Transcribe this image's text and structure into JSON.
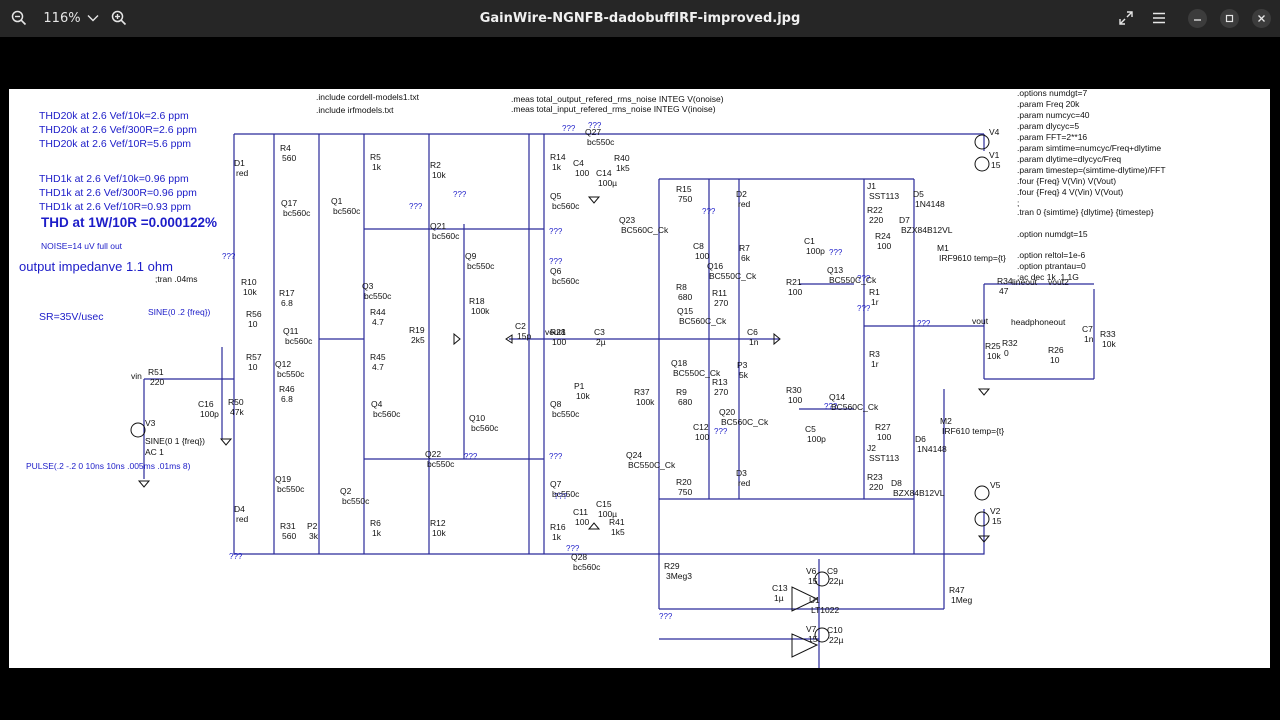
{
  "window": {
    "title": "GainWire-NGNFB-dadobuffIRF-improved.jpg",
    "zoom_level": "116%"
  },
  "icons": {
    "zoom_out": "zoom-out-icon",
    "zoom_dropdown": "chevron-down-icon",
    "zoom_in": "zoom-in-icon",
    "fullscreen": "fullscreen-icon",
    "menu": "hamburger-menu-icon",
    "minimize": "minimize-icon",
    "restore": "restore-icon",
    "close": "close-icon"
  },
  "colors": {
    "titlebar": "#262626",
    "background": "#000000",
    "annotation_blue": "#1c1cc8",
    "wire": "#2a2a9a"
  },
  "schematic": {
    "annotations": {
      "thd20k_1": "THD20k at 2.6 Vef/10k=2.6 ppm",
      "thd20k_2": "THD20k at 2.6 Vef/300R=2.6 ppm",
      "thd20k_3": "THD20k at 2.6 Vef/10R=5.6 ppm",
      "thd1k_1": "THD1k at 2.6 Vef/10k=0.96 ppm",
      "thd1k_2": "THD1k at 2.6 Vef/300R=0.96 ppm",
      "thd1k_3": "THD1k at 2.6 Vef/10R=0.93 ppm",
      "thd_main": "THD at 1W/10R =0.000122%",
      "noise": "NOISE=14 uV full out",
      "output_impedance": "output impedanve 1.1 ohm",
      "tran": ";tran .04ms",
      "slew": "SR=35V/usec",
      "sine_freq": "SINE(0 .2 {freq})",
      "pulse": "PULSE(.2 -.2 0 10ns 10ns .005ms .01ms 8)"
    },
    "includes": [
      ".include cordell-models1.txt",
      ".include irfmodels.txt"
    ],
    "meas": [
      ".meas total_output_refered_rms_noise INTEG V(onoise)",
      ".meas total_input_refered_rms_noise INTEG V(inoise)"
    ],
    "directives": [
      ".options numdgt=7",
      ".param Freq 20k",
      ".param numcyc=40",
      ".param dlycyc=5",
      ".param FFT=2**16",
      ".param simtime=numcyc/Freq+dlytime",
      ".param dlytime=dlycyc/Freq",
      ".param timestep=(simtime-dlytime)/FFT",
      ".four {Freq} V(Vin) V(Vout)",
      ".four {Freq} 4 V(Vin) V(Vout)",
      ";",
      ".tran 0 {simtime} {dlytime} {timestep}",
      ".option numdgt=15",
      ".option reltol=1e-6",
      ".option ptrantau=0",
      ";ac dec 1k .1 1G"
    ],
    "source_v3": [
      "V3",
      "SINE(0 1 {freq})",
      "AC 1"
    ],
    "unknown_marker": "???",
    "net_labels": {
      "vin": "vin",
      "vout": "vout",
      "vout1": "vout1",
      "vout2": "vout2",
      "lineout": "lineout",
      "headphoneout": "headphoneout"
    },
    "components": [
      {
        "ref": "R51",
        "val": "220"
      },
      {
        "ref": "C16",
        "val": "100p"
      },
      {
        "ref": "R50",
        "val": "47k"
      },
      {
        "ref": "D1",
        "val": "red"
      },
      {
        "ref": "R4",
        "val": "560"
      },
      {
        "ref": "Q17",
        "val": "bc560c"
      },
      {
        "ref": "R10",
        "val": "10k"
      },
      {
        "ref": "R17",
        "val": "6.8"
      },
      {
        "ref": "R56",
        "val": "10"
      },
      {
        "ref": "Q11",
        "val": "bc560c"
      },
      {
        "ref": "R57",
        "val": "10"
      },
      {
        "ref": "Q12",
        "val": "bc550c"
      },
      {
        "ref": "R46",
        "val": "6.8"
      },
      {
        "ref": "Q19",
        "val": "bc550c"
      },
      {
        "ref": "D4",
        "val": "red"
      },
      {
        "ref": "R31",
        "val": "560"
      },
      {
        "ref": "P2",
        "val": "3k"
      },
      {
        "ref": "R5",
        "val": "1k"
      },
      {
        "ref": "Q1",
        "val": "bc560c"
      },
      {
        "ref": "Q3",
        "val": "bc550c"
      },
      {
        "ref": "R44",
        "val": "4.7"
      },
      {
        "ref": "R45",
        "val": "4.7"
      },
      {
        "ref": "Q4",
        "val": "bc560c"
      },
      {
        "ref": "Q2",
        "val": "bc550c"
      },
      {
        "ref": "R6",
        "val": "1k"
      },
      {
        "ref": "R2",
        "val": "10k"
      },
      {
        "ref": "Q21",
        "val": "bc560c"
      },
      {
        "ref": "R19",
        "val": "2k5"
      },
      {
        "ref": "Q22",
        "val": "bc550c"
      },
      {
        "ref": "R12",
        "val": "10k"
      },
      {
        "ref": "Q9",
        "val": "bc550c"
      },
      {
        "ref": "R18",
        "val": "100k"
      },
      {
        "ref": "Q10",
        "val": "bc560c"
      },
      {
        "ref": "R14",
        "val": "1k"
      },
      {
        "ref": "Q5",
        "val": "bc560c"
      },
      {
        "ref": "Q6",
        "val": "bc560c"
      },
      {
        "ref": "C2",
        "val": "15p"
      },
      {
        "ref": "R28",
        "val": "100"
      },
      {
        "ref": "C3",
        "val": "2µ"
      },
      {
        "ref": "P1",
        "val": "10k"
      },
      {
        "ref": "Q8",
        "val": "bc550c"
      },
      {
        "ref": "Q7",
        "val": "bc550c"
      },
      {
        "ref": "R16",
        "val": "1k"
      },
      {
        "ref": "C4",
        "val": "100"
      },
      {
        "ref": "C14",
        "val": "100µ"
      },
      {
        "ref": "R40",
        "val": "1k5"
      },
      {
        "ref": "Q27",
        "val": "bc550c"
      },
      {
        "ref": "C11",
        "val": "100"
      },
      {
        "ref": "C15",
        "val": "100µ"
      },
      {
        "ref": "R41",
        "val": "1k5"
      },
      {
        "ref": "Q28",
        "val": "bc560c"
      },
      {
        "ref": "R37",
        "val": "100k"
      },
      {
        "ref": "R15",
        "val": "750"
      },
      {
        "ref": "Q23",
        "val": "BC560C_Ck"
      },
      {
        "ref": "C8",
        "val": "100"
      },
      {
        "ref": "D2",
        "val": "red"
      },
      {
        "ref": "R7",
        "val": "6k"
      },
      {
        "ref": "Q16",
        "val": "BC550C_Ck"
      },
      {
        "ref": "R8",
        "val": "680"
      },
      {
        "ref": "R11",
        "val": "270"
      },
      {
        "ref": "Q15",
        "val": "BC560C_Ck"
      },
      {
        "ref": "C6",
        "val": "1n"
      },
      {
        "ref": "P3",
        "val": "5k"
      },
      {
        "ref": "Q18",
        "val": "BC550C_Ck"
      },
      {
        "ref": "R9",
        "val": "680"
      },
      {
        "ref": "R13",
        "val": "270"
      },
      {
        "ref": "Q20",
        "val": "BC560C_Ck"
      },
      {
        "ref": "C12",
        "val": "100"
      },
      {
        "ref": "Q24",
        "val": "BC550C_Ck"
      },
      {
        "ref": "R20",
        "val": "750"
      },
      {
        "ref": "D3",
        "val": "red"
      },
      {
        "ref": "C1",
        "val": "100p"
      },
      {
        "ref": "R21",
        "val": "100"
      },
      {
        "ref": "J1",
        "val": "SST113"
      },
      {
        "ref": "R22",
        "val": "220"
      },
      {
        "ref": "R24",
        "val": "100"
      },
      {
        "ref": "Q13",
        "val": "BC550C_Ck"
      },
      {
        "ref": "D5",
        "val": "1N4148"
      },
      {
        "ref": "D7",
        "val": "BZX84B12VL"
      },
      {
        "ref": "M1",
        "val": "IRF9610 temp={t}"
      },
      {
        "ref": "R1",
        "val": "1r"
      },
      {
        "ref": "R3",
        "val": "1r"
      },
      {
        "ref": "R30",
        "val": "100"
      },
      {
        "ref": "C5",
        "val": "100p"
      },
      {
        "ref": "Q14",
        "val": "BC560C_Ck"
      },
      {
        "ref": "R27",
        "val": "100"
      },
      {
        "ref": "J2",
        "val": "SST113"
      },
      {
        "ref": "R23",
        "val": "220"
      },
      {
        "ref": "D6",
        "val": "1N4148"
      },
      {
        "ref": "D8",
        "val": "BZX84B12VL"
      },
      {
        "ref": "M2",
        "val": "IRF610 temp={t}"
      },
      {
        "ref": "V4",
        "val": ""
      },
      {
        "ref": "V1",
        "val": "15"
      },
      {
        "ref": "V5",
        "val": ""
      },
      {
        "ref": "V2",
        "val": "15"
      },
      {
        "ref": "R34",
        "val": "47"
      },
      {
        "ref": "R25",
        "val": "10k"
      },
      {
        "ref": "R32",
        "val": "0"
      },
      {
        "ref": "R26",
        "val": "10"
      },
      {
        "ref": "C7",
        "val": "1n"
      },
      {
        "ref": "R33",
        "val": "10k"
      },
      {
        "ref": "R29",
        "val": "3Meg3"
      },
      {
        "ref": "C13",
        "val": "1µ"
      },
      {
        "ref": "U1",
        "val": "LT1022"
      },
      {
        "ref": "V6",
        "val": "15"
      },
      {
        "ref": "C9",
        "val": "22µ"
      },
      {
        "ref": "V7",
        "val": "15"
      },
      {
        "ref": "C10",
        "val": "22µ"
      },
      {
        "ref": "R47",
        "val": "1Meg"
      }
    ]
  }
}
